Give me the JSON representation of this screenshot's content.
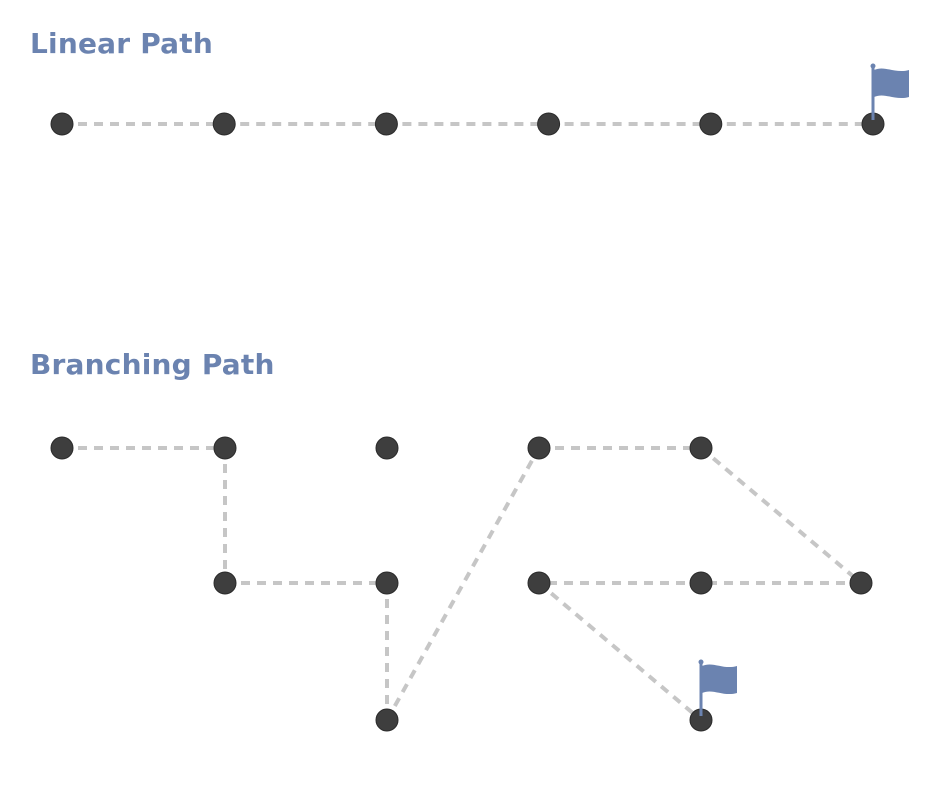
{
  "linear": {
    "title": "Linear Path",
    "node_count": 6,
    "path": [
      0,
      1,
      2,
      3,
      4,
      5
    ],
    "goal": 5
  },
  "branching": {
    "title": "Branching Path",
    "nodes": [
      {
        "id": "a",
        "col": 0,
        "row": 0
      },
      {
        "id": "b",
        "col": 1,
        "row": 0
      },
      {
        "id": "c",
        "col": 2,
        "row": 0
      },
      {
        "id": "d",
        "col": 3,
        "row": 0
      },
      {
        "id": "e",
        "col": 4,
        "row": 0
      },
      {
        "id": "f",
        "col": 1,
        "row": 1
      },
      {
        "id": "g",
        "col": 2,
        "row": 1
      },
      {
        "id": "h",
        "col": 3,
        "row": 1
      },
      {
        "id": "i",
        "col": 4,
        "row": 1
      },
      {
        "id": "j",
        "col": 5,
        "row": 1
      },
      {
        "id": "k",
        "col": 2,
        "row": 2
      },
      {
        "id": "l",
        "col": 4,
        "row": 2
      }
    ],
    "edges": [
      [
        "a",
        "b"
      ],
      [
        "b",
        "f"
      ],
      [
        "f",
        "g"
      ],
      [
        "g",
        "k"
      ],
      [
        "k",
        "d"
      ],
      [
        "d",
        "e"
      ],
      [
        "e",
        "j"
      ],
      [
        "j",
        "i"
      ],
      [
        "i",
        "h"
      ],
      [
        "h",
        "l"
      ]
    ],
    "goal": "l"
  },
  "colors": {
    "title": "#6b83b0",
    "node": "#3e3e3e",
    "edge": "#c6c6c6",
    "flag": "#6b83b0"
  },
  "icons": {
    "goal": "flag-icon"
  }
}
